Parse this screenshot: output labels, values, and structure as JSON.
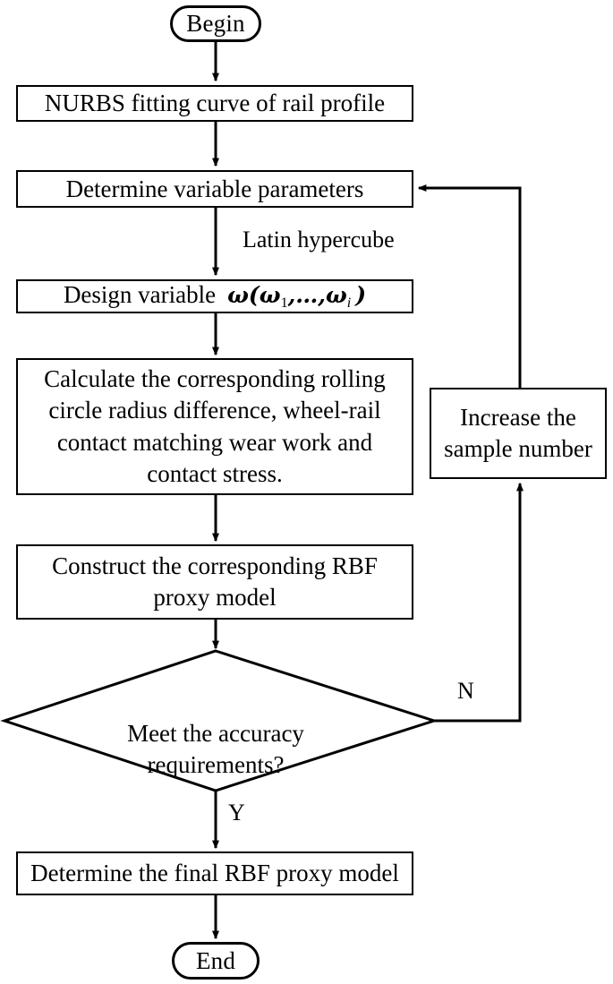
{
  "diagram": {
    "title": "RBF proxy model construction flowchart",
    "type": "flowchart",
    "stroke_color": "#000000",
    "fill_color": "#ffffff",
    "text_color": "#000000"
  },
  "nodes": {
    "begin": {
      "label": "Begin",
      "shape": "terminator"
    },
    "nurbs_fit": {
      "label": "NURBS fitting curve of rail profile",
      "shape": "process"
    },
    "determine_params": {
      "label": "Determine variable parameters",
      "shape": "process"
    },
    "design_variable": {
      "prefix": "Design variable",
      "math": "ω(ω1,…,ωi)",
      "shape": "process"
    },
    "calculate": {
      "label": "Calculate the corresponding rolling\ncircle radius difference, wheel-rail\ncontact matching wear work and\ncontact stress.",
      "shape": "process"
    },
    "construct_rbf": {
      "label": "Construct the corresponding RBF\nproxy model",
      "shape": "process"
    },
    "increase_sample": {
      "label": "Increase the\nsample number",
      "shape": "process"
    },
    "decision_accuracy": {
      "label": "Meet the accuracy\nrequirements?",
      "shape": "decision"
    },
    "final_model": {
      "label": "Determine the final RBF proxy model",
      "shape": "process"
    },
    "end": {
      "label": "End",
      "shape": "terminator"
    }
  },
  "edge_labels": {
    "latin_hypercube": "Latin hypercube",
    "no_branch": "N",
    "yes_branch": "Y"
  }
}
